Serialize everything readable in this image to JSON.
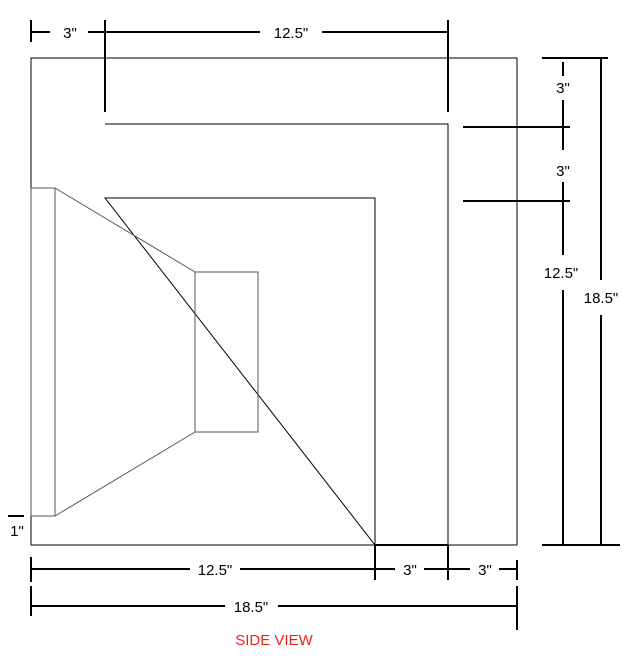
{
  "labels": {
    "top_3": "3\"",
    "top_12_5": "12.5\"",
    "right_3_top": "3\"",
    "right_3_mid": "3\"",
    "right_12_5": "12.5\"",
    "right_18_5": "18.5\"",
    "left_1": "1\"",
    "bottom_12_5": "12.5\"",
    "bottom_3_a": "3\"",
    "bottom_3_b": "3\"",
    "bottom_18_5": "18.5\""
  },
  "caption": "SIDE VIEW",
  "colors": {
    "caption": "#e8251d",
    "line": "#000000",
    "speaker": "#555555"
  }
}
